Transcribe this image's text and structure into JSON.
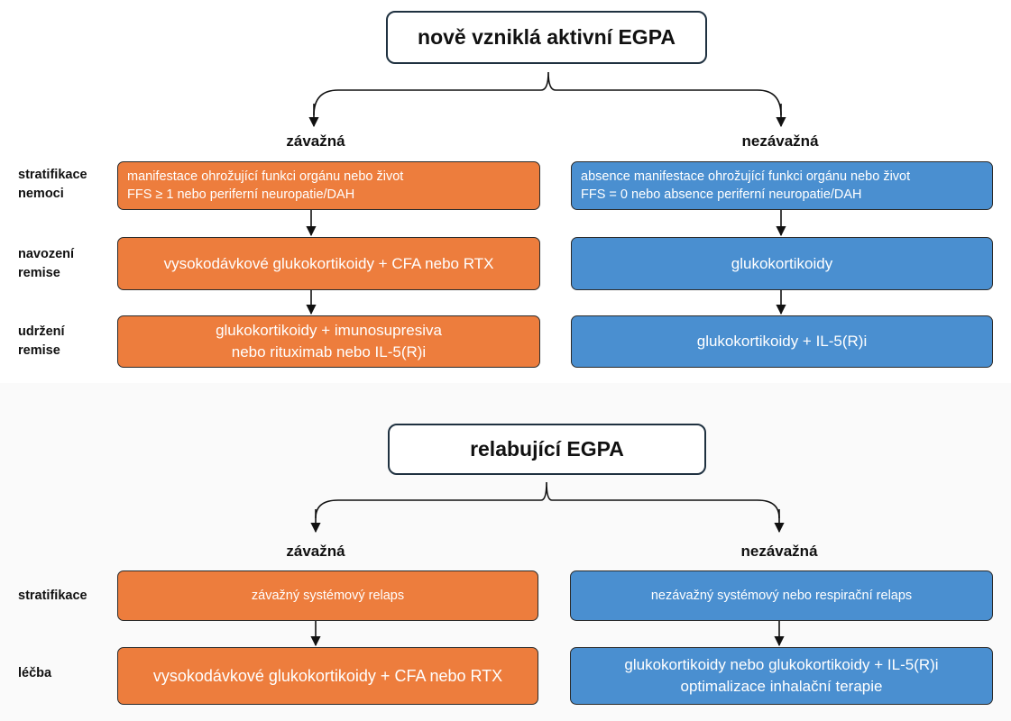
{
  "section1": {
    "title": "nově vzniklá aktivní EGPA",
    "left_heading": "závažná",
    "right_heading": "nezávažná",
    "row_labels": {
      "stratification": [
        "stratifikace",
        "nemoci"
      ],
      "induction": [
        "navození",
        "remise"
      ],
      "maintenance": [
        "udržení",
        "remise"
      ]
    },
    "severe": {
      "stratification": [
        "manifestace ohrožující funkci orgánu nebo život",
        "FFS ≥ 1 nebo periferní neuropatie/DAH"
      ],
      "induction": "vysokodávkové glukokortikoidy + CFA nebo RTX",
      "maintenance": [
        "glukokortikoidy + imunosupresiva",
        "nebo rituximab nebo IL-5(R)i"
      ]
    },
    "nonsevere": {
      "stratification": [
        "absence manifestace ohrožující funkci orgánu nebo život",
        "FFS = 0 nebo absence periferní neuropatie/DAH"
      ],
      "induction": "glukokortikoidy",
      "maintenance": "glukokortikoidy + IL-5(R)i"
    }
  },
  "section2": {
    "title": "relabující EGPA",
    "left_heading": "závažná",
    "right_heading": "nezávažná",
    "row_labels": {
      "stratification": "stratifikace",
      "treatment": "léčba"
    },
    "severe": {
      "stratification": "závažný systémový relaps",
      "treatment": "vysokodávkové glukokortikoidy + CFA nebo RTX"
    },
    "nonsevere": {
      "stratification": "nezávažný systémový nebo respirační relaps",
      "treatment": [
        "glukokortikoidy nebo glukokortikoidy + IL-5(R)i",
        "optimalizace inhalační terapie"
      ]
    }
  },
  "colors": {
    "severe": "#ed7d3d",
    "nonsevere": "#4a8fd0",
    "outline": "#1f3140"
  }
}
